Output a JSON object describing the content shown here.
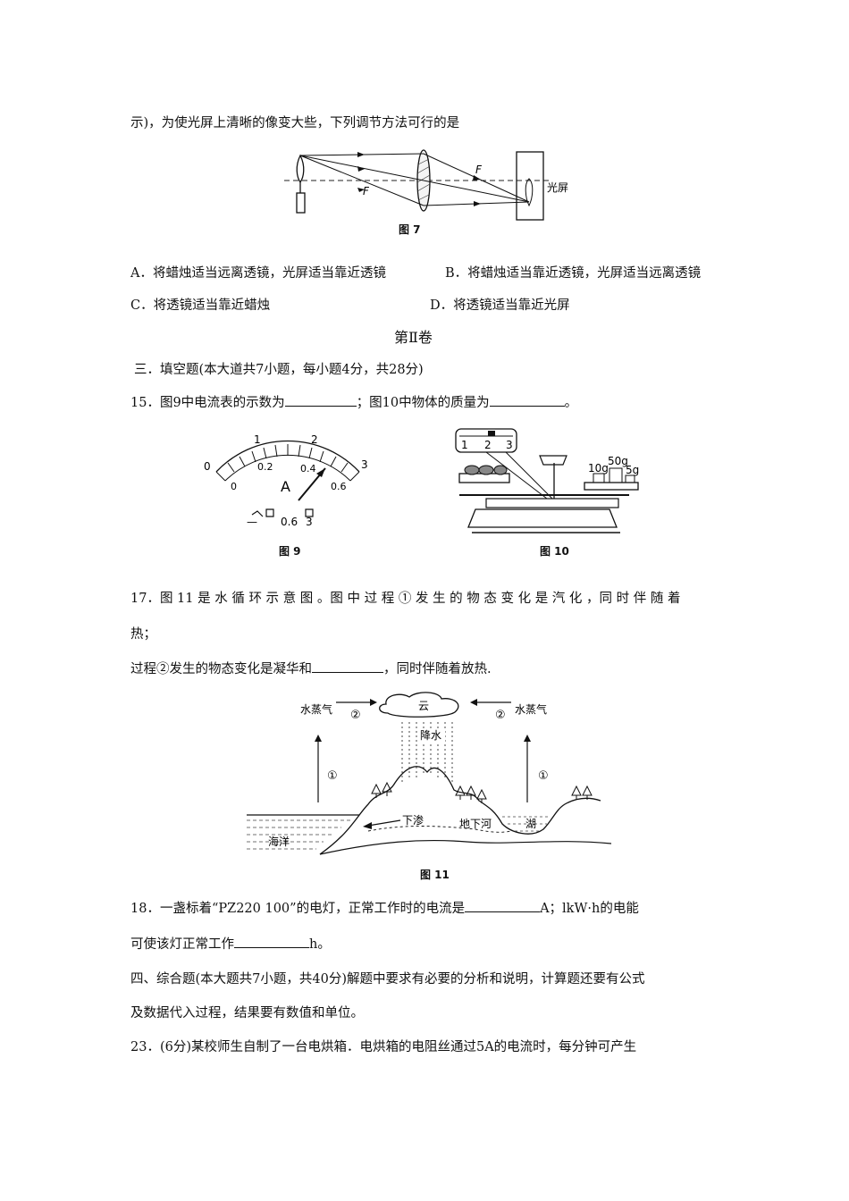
{
  "lines": {
    "q14_tail": "示)，为使光屏上清晰的像变大些，下列调节方法可行的是",
    "optA": "A．将蜡烛适当远离透镜，光屏适当靠近透镜",
    "optB": "B．将蜡烛适当靠近透镜，光屏适当远离透镜",
    "optC": "C．将透镜适当靠近蜡烛",
    "optD": "D．将透镜适当靠近光屏",
    "part2": "第Ⅱ卷",
    "sec3": "三．填空题(本大道共7小题，每小题4分，共28分)",
    "q15_a": "15．图9中电流表的示数为",
    "q15_b": "；图10中物体的质量为",
    "q15_c": "。",
    "q17_l1": "17．图 11 是 水 循 环 示 意 图 。图 中 过 程 ① 发 生 的 物 态 变 化 是 汽 化 ，同 时 伴 随 着",
    "q17_l2": "热；",
    "q17_l3a": "过程②发生的物态变化是凝华和",
    "q17_l3b": "，同时伴随着放热.",
    "q18_l1a": "18．一盏标着“PZ220   100”的电灯，正常工作时的电流是",
    "q18_l1b": "A；lkW·h的电能",
    "q18_l2a": "可使该灯正常工作",
    "q18_l2b": "h。",
    "sec4_l1": "四、综合题(本大题共7小题，共40分)解题中要求有必要的分析和说明，计算题还要有公式",
    "sec4_l2": "及数据代入过程，结果要有数值和单位。",
    "q23": "23．(6分)某校师生自制了一台电烘箱．电烘箱的电阻丝通过5A的电流时，每分钟可产生"
  },
  "fig7": {
    "caption": "图 7",
    "focus_label": "F",
    "screen_label": "光屏"
  },
  "fig9": {
    "caption": "图 9",
    "scale_top": [
      "0",
      "1",
      "2",
      "3"
    ],
    "scale_bottom": [
      "0",
      "0.2",
      "0.4",
      "0.6"
    ],
    "unit": "A",
    "terminals": [
      "—",
      "0.6",
      "3"
    ],
    "needle_reading_small_scale": 0.5
  },
  "fig10": {
    "caption": "图 10",
    "ruler_ticks": [
      "1",
      "2",
      "3"
    ],
    "weights": [
      "50g",
      "10g",
      "5g"
    ]
  },
  "fig11": {
    "caption": "图 11",
    "labels": {
      "vapor_left": "水蒸气",
      "vapor_right": "水蒸气",
      "cloud": "云",
      "rain": "降水",
      "circle1": "①",
      "circle2": "②",
      "seep": "下渗",
      "river": "地下河",
      "lake": "湖",
      "ocean": "海洋"
    }
  }
}
